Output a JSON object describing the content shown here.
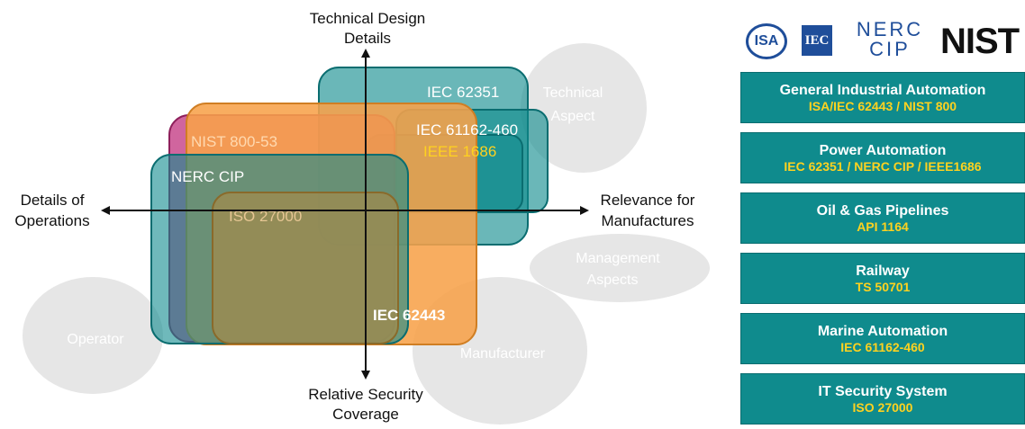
{
  "axes": {
    "top": [
      "Technical Design",
      "Details"
    ],
    "bottom": [
      "Relative Security",
      "Coverage"
    ],
    "left": [
      "Details of",
      "Operations"
    ],
    "right": [
      "Relevance for",
      "Manufactures"
    ]
  },
  "background_circles": {
    "technical": [
      "Technical",
      "Aspect"
    ],
    "management": [
      "Management",
      "Aspects"
    ],
    "operator": "Operator",
    "manufacturer": "Manufacturer"
  },
  "standards": {
    "iec62351": "IEC 62351",
    "iec61162": "IEC 61162-460",
    "ieee1686": "IEEE 1686",
    "nist": "NIST 800-53",
    "nerc": "NERC CIP",
    "iso27000": "ISO 27000",
    "iec62443": "IEC 62443"
  },
  "logos": {
    "isa": "ISA",
    "iec": "IEC",
    "nerc_top": "NERC",
    "nerc_bottom": "CIP",
    "nist": "NIST"
  },
  "sector_boxes": [
    {
      "title": "General Industrial Automation",
      "subtitle": "ISA/IEC 62443 / NIST 800"
    },
    {
      "title": "Power Automation",
      "subtitle": "IEC 62351 / NERC CIP / IEEE1686"
    },
    {
      "title": "Oil & Gas Pipelines",
      "subtitle": "API 1164"
    },
    {
      "title": "Railway",
      "subtitle": "TS 50701"
    },
    {
      "title": "Marine Automation",
      "subtitle": "IEC 61162-460"
    },
    {
      "title": "IT Security System",
      "subtitle": "ISO 27000"
    }
  ],
  "colors": {
    "teal": "#0f8b8d",
    "orange": "#f7a24a",
    "yellow_text": "#ffd21f",
    "grey_circle": "#e6e6e6"
  }
}
